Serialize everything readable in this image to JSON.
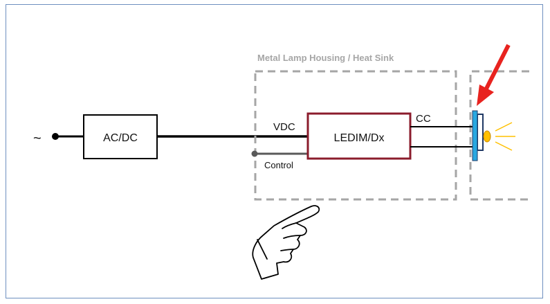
{
  "diagram": {
    "ac_symbol": "~",
    "acdc_label": "AC/DC",
    "housing_label": "Metal Lamp Housing / Heat Sink",
    "vdc_label": "VDC",
    "control_label": "Control",
    "driver_label": "LEDIM/Dx",
    "cc_label": "CC",
    "colors": {
      "wire": "#000000",
      "control_wire": "#595959",
      "housing_dash": "#a6a6a6",
      "driver_border": "#8b1c2c",
      "led_blue": "#29a8e0",
      "led_dark": "#1f3864",
      "led_yellow": "#ffc000",
      "arrow": "#e8231f",
      "frame": "#6d8fbf"
    },
    "icons": [
      "pointing-hand-icon",
      "red-arrow-icon",
      "led-icon"
    ]
  }
}
